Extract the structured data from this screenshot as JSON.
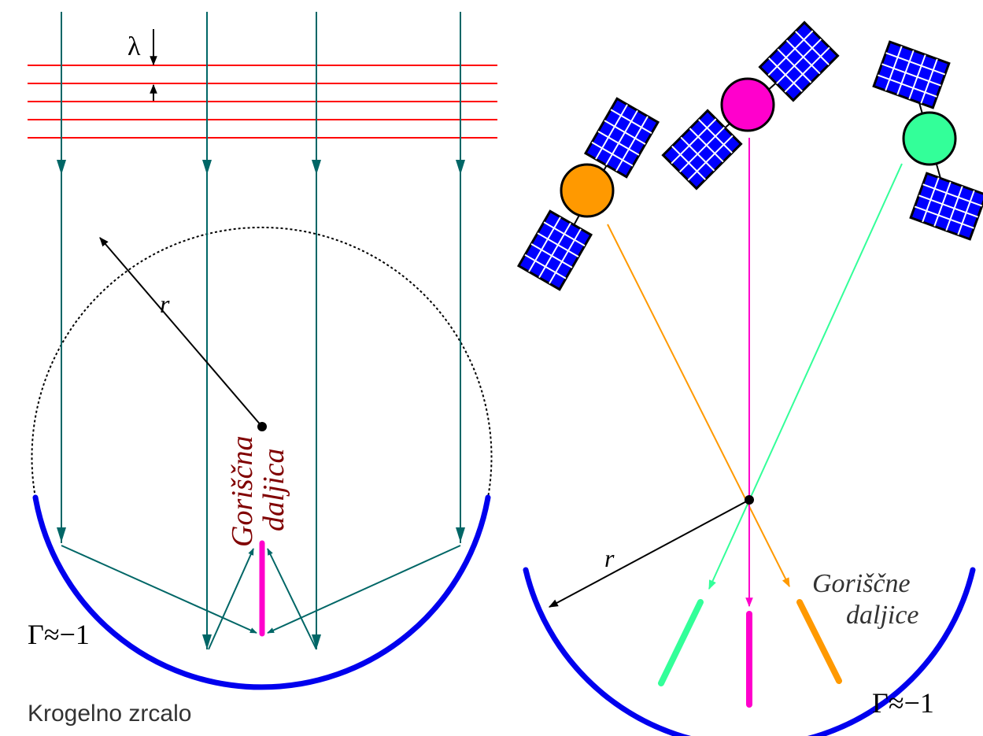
{
  "left_panel": {
    "wavelength_label": "λ",
    "radius_label": "r",
    "focal_label_line1": "Goriščna",
    "focal_label_line2": "daljica",
    "reflection_label": "Γ≈−1",
    "caption": "Krogelno zrcalo"
  },
  "right_panel": {
    "radius_label": "r",
    "focal_label_line1": "Goriščne",
    "focal_label_line2": "daljice",
    "reflection_label": "Γ≈−1"
  },
  "satellites": [
    {
      "name": "satellite-orange",
      "color": "#ff9900"
    },
    {
      "name": "satellite-magenta",
      "color": "#ff00cc"
    },
    {
      "name": "satellite-green",
      "color": "#33ff99"
    }
  ],
  "colors": {
    "ray": "#006666",
    "wavefront": "#ff0000",
    "mirror": "#0000ee",
    "panel_fill": "#0000ff",
    "focal_text": "#800000",
    "magenta": "#ff00cc",
    "green": "#33ff99",
    "orange": "#ff9900"
  }
}
